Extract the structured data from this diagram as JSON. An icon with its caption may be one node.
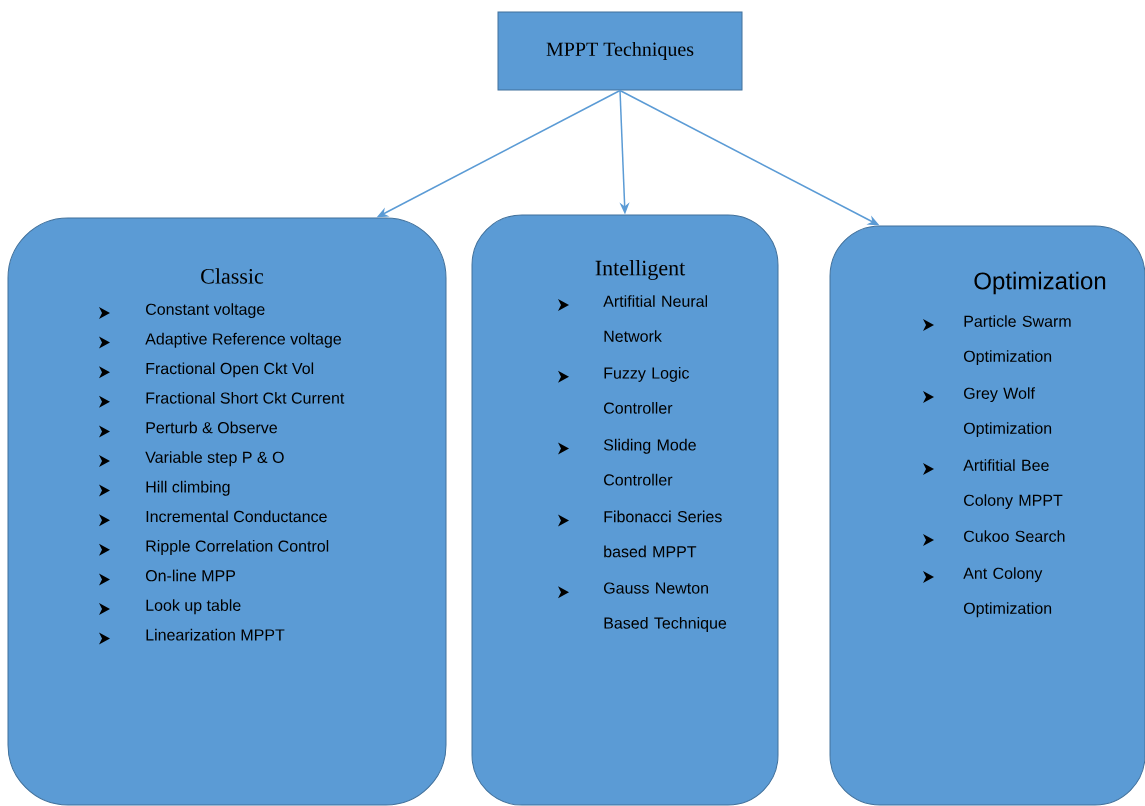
{
  "diagram": {
    "nodes": [
      {
        "text": [
          "MPPT Techniques"
        ]
      },
      {
        "text": [
          "Classic",
          "Constant voltage",
          "Adaptive Reference voltage",
          "Fractional Open Ckt Vol",
          "Fractional Short Ckt Current",
          "Perturb & Observe",
          "Variable step P & O",
          "Hill climbing",
          "Incremental Conductance",
          "Ripple Correlation Control",
          "On-line MPP",
          "Look up table",
          "Linearization MPPT"
        ]
      },
      {
        "text": [
          "Intelligent",
          "Artifitial Neural Network",
          "Fuzzy Logic Controller",
          "Sliding Mode Controller",
          "Fibonacci Series based MPPT",
          "Gauss Newton Based Technique"
        ]
      },
      {
        "text": [
          "Optimization",
          "Particle Swarm Optimization",
          "Grey Wolf Optimization",
          "Artifitial Bee Colony MPPT",
          "Cukoo Search",
          "Ant Colony Optimization"
        ]
      }
    ],
    "edges": [
      {
        "from": 0,
        "to": 1,
        "arrow": "to"
      },
      {
        "from": 0,
        "to": 2,
        "arrow": "to"
      },
      {
        "from": 0,
        "to": 3,
        "arrow": "to"
      }
    ]
  }
}
